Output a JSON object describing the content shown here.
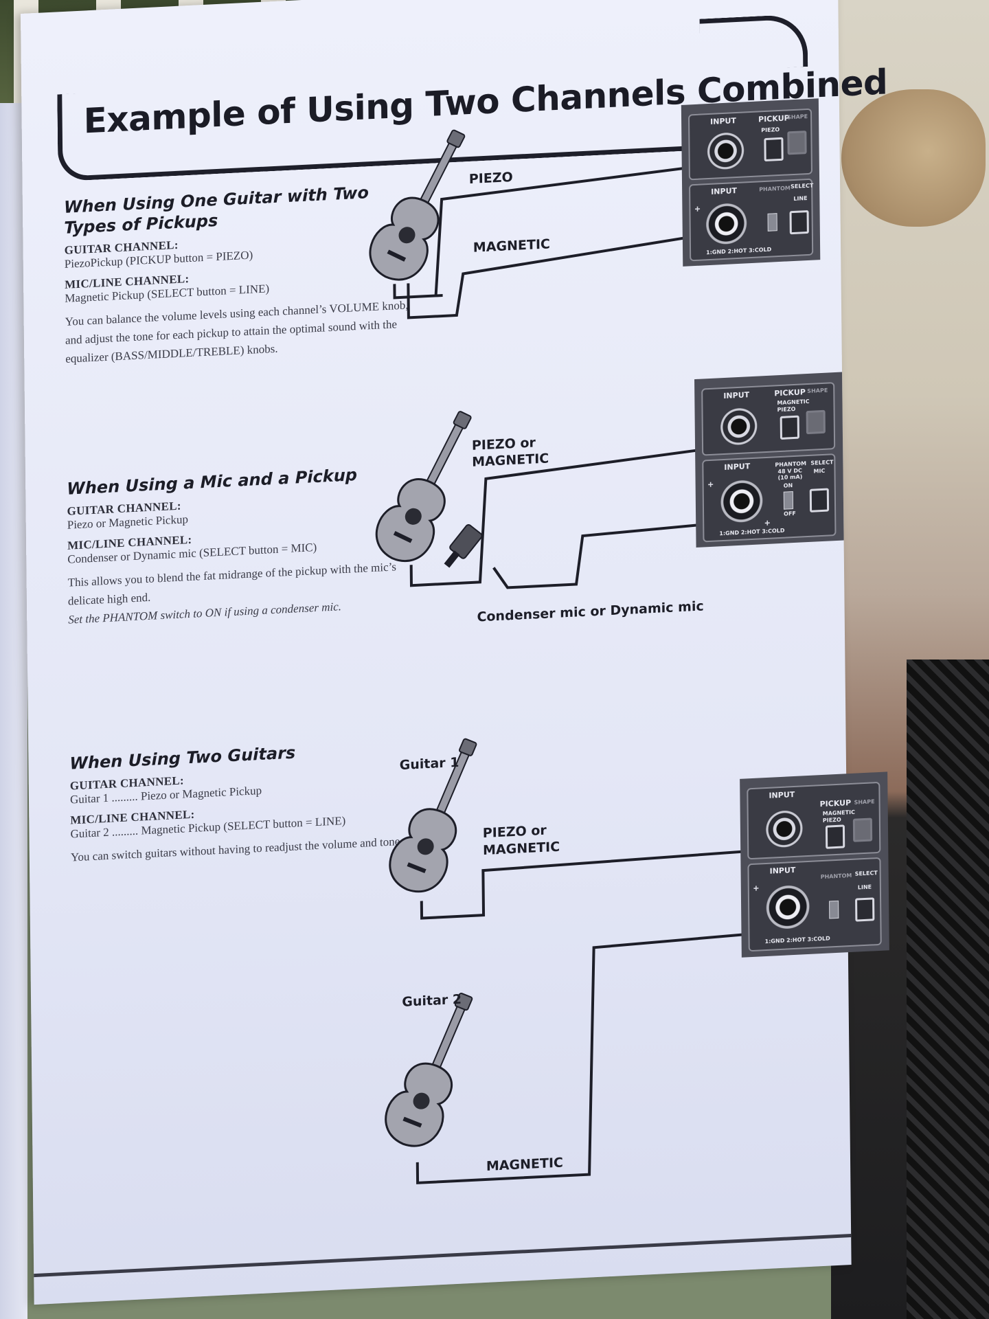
{
  "title": "Example of Using Two Channels Combined",
  "sections": [
    {
      "heading": "When Using One Guitar with Two Types of Pickups",
      "guitar_channel_label": "GUITAR CHANNEL:",
      "guitar_channel_desc": "PiezoPickup (PICKUP button = PIEZO)",
      "mic_line_channel_label": "MIC/LINE CHANNEL:",
      "mic_line_channel_desc": "Magnetic Pickup (SELECT button = LINE)",
      "body": "You can balance the volume levels using each channel’s VOLUME knob, and adjust the tone for each pickup to attain the optimal sound with the equalizer (BASS/MIDDLE/TREBLE) knobs."
    },
    {
      "heading": "When Using a Mic and a Pickup",
      "guitar_channel_label": "GUITAR CHANNEL:",
      "guitar_channel_desc": "Piezo or Magnetic Pickup",
      "mic_line_channel_label": "MIC/LINE CHANNEL:",
      "mic_line_channel_desc": "Condenser or Dynamic mic (SELECT button = MIC)",
      "body": "This allows you to blend the fat midrange of the pickup with the mic’s delicate high end.",
      "note": "Set the PHANTOM switch to ON if using a condenser mic."
    },
    {
      "heading": "When Using Two Guitars",
      "guitar_channel_label": "GUITAR CHANNEL:",
      "guitar_channel_desc": "Guitar 1 ......... Piezo or Magnetic Pickup",
      "mic_line_channel_label": "MIC/LINE CHANNEL:",
      "mic_line_channel_desc": "Guitar 2 ......... Magnetic Pickup (SELECT button = LINE)",
      "body": "You can switch guitars without having to readjust the volume and tone."
    }
  ],
  "diagrams": {
    "d1": {
      "cable_top": "PIEZO",
      "cable_bottom": "MAGNETIC"
    },
    "d2": {
      "cable_top": "PIEZO or",
      "cable_top_2": "MAGNETIC",
      "mic_caption": "Condenser mic or Dynamic mic"
    },
    "d3": {
      "guitar1": "Guitar 1",
      "guitar2": "Guitar 2",
      "cable_top": "PIEZO or",
      "cable_top_2": "MAGNETIC",
      "cable_bottom": "MAGNETIC"
    }
  },
  "panel": {
    "input": "INPUT",
    "pickup": "PICKUP",
    "shape": "SHAPE",
    "magnetic": "MAGNETIC",
    "piezo": "PIEZO",
    "phantom": "PHANTOM",
    "phantom_spec": "48 V DC",
    "phantom_spec_2": "(10 mA)",
    "on": "ON",
    "off": "OFF",
    "select": "SELECT",
    "line": "LINE",
    "mic": "MIC",
    "pinout": "1:GND 2:HOT 3:COLD"
  }
}
